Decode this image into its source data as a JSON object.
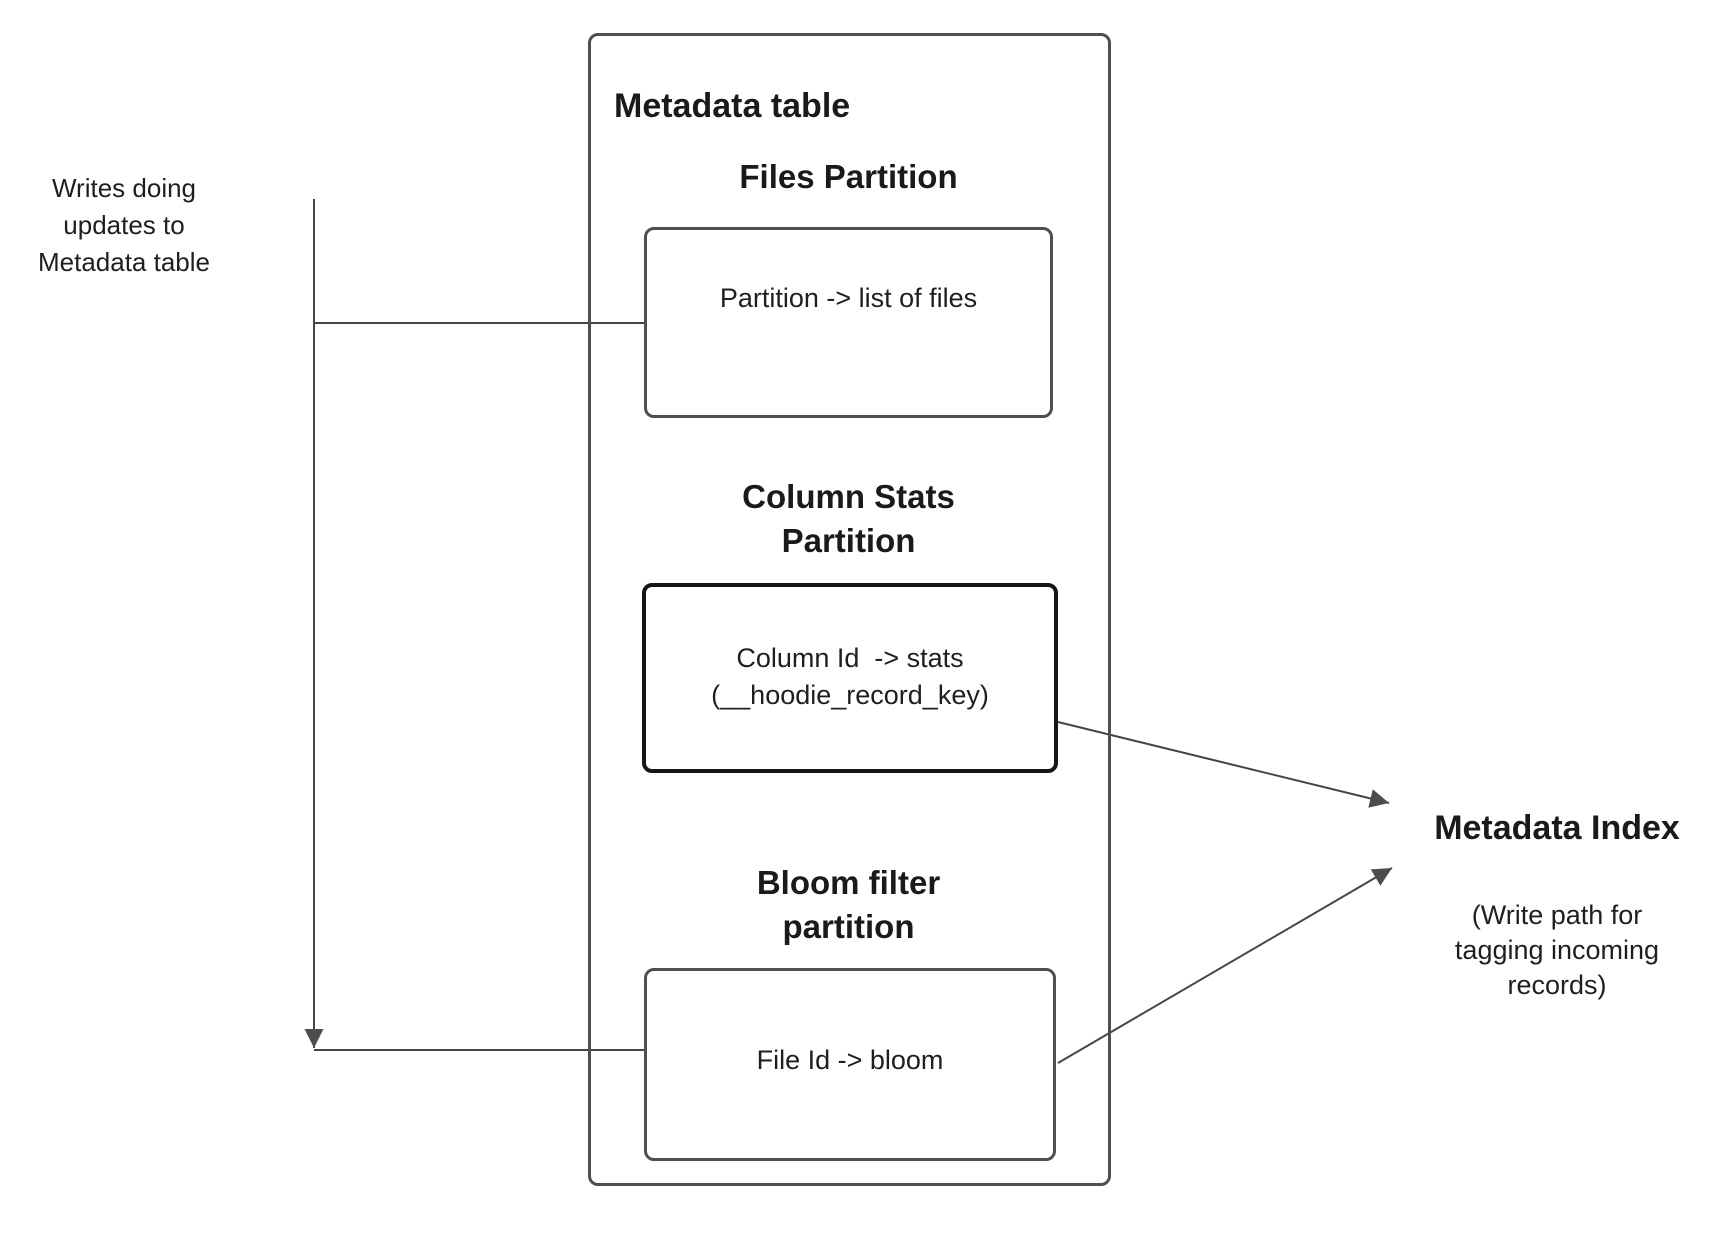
{
  "diagram": {
    "background_color": "#ffffff",
    "text_color": "#1f1f1f",
    "box_border_color": "#4f4f4f",
    "emphasis_border_color": "#161616",
    "connector_color": "#454545"
  },
  "labels": {
    "writes_note": "Writes doing\nupdates to\nMetadata table",
    "metadata_table_title": "Metadata table",
    "files_partition_heading": "Files Partition",
    "files_box_text": "Partition -> list of files",
    "column_stats_heading": "Column Stats\nPartition",
    "column_stats_box_text": "Column Id  -> stats\n(__hoodie_record_key)",
    "bloom_heading": "Bloom filter\npartition",
    "bloom_box_text": "File Id -> bloom",
    "metadata_index_title": "Metadata Index",
    "metadata_index_note": "(Write path for\ntagging incoming\nrecords)"
  }
}
